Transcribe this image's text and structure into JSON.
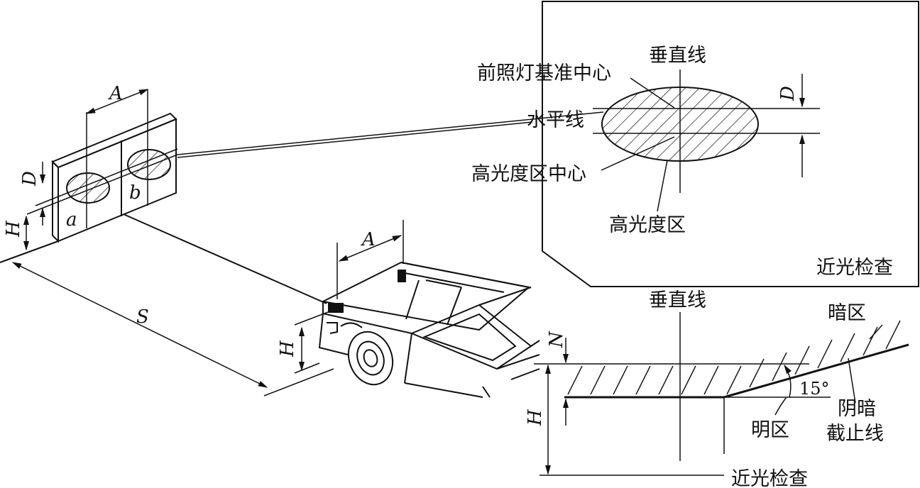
{
  "labels": {
    "dim_A": "A",
    "dim_D": "D",
    "dim_H": "H",
    "dim_S": "S",
    "dim_N": "N",
    "lamp_a": "a",
    "lamp_b": "b",
    "vertical_line_top": "垂直线",
    "headlamp_ref_center": "前照灯基准中心",
    "horizontal_line": "水平线",
    "bright_zone_center": "高光度区中心",
    "bright_zone": "高光度区",
    "low_beam_check_top": "近光检查",
    "vertical_line_bottom": "垂直线",
    "dark_zone": "暗区",
    "angle_15": "15°",
    "cutoff_line_1": "阴暗",
    "cutoff_line_2": "截止线",
    "bright_area": "明区",
    "low_beam_check_bottom": "近光检查"
  }
}
